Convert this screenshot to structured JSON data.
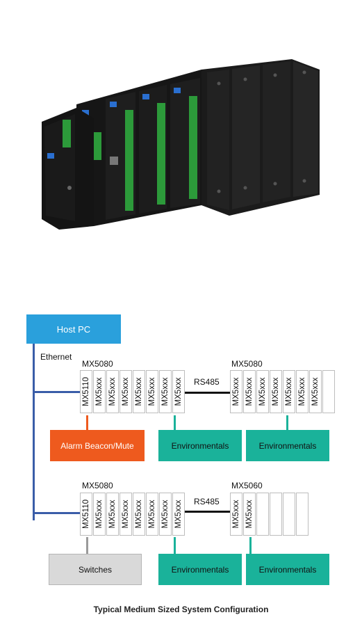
{
  "colors": {
    "host_pc": "#2aa0dc",
    "alarm": "#ee5a1e",
    "environmental": "#1ab29a",
    "switches": "#d9d9d9",
    "ethernet_line": "#3a5da8",
    "rs485_line": "#111111"
  },
  "host_pc": "Host PC",
  "ethernet": "Ethernet",
  "rack1": {
    "name": "MX5080",
    "modules": [
      "MX5110",
      "MX5xxx",
      "MX5xxx",
      "MX5xxx",
      "MX5xxx",
      "MX5xxx",
      "MX5xxx",
      "MX5xxx"
    ]
  },
  "rack2": {
    "name": "MX5080",
    "modules": [
      "MX5xxx",
      "MX5xxx",
      "MX5xxx",
      "MX5xxx",
      "MX5xxx",
      "MX5xxx",
      "MX5xxx",
      ""
    ]
  },
  "rack3": {
    "name": "MX5080",
    "modules": [
      "MX5110",
      "MX5xxx",
      "MX5xxx",
      "MX5xxx",
      "MX5xxx",
      "MX5xxx",
      "MX5xxx",
      "MX5xxx"
    ]
  },
  "rack4": {
    "name": "MX5060",
    "modules": [
      "MX5xxx",
      "MX5xxx",
      "",
      "",
      "",
      ""
    ]
  },
  "rs485_top": "RS485",
  "rs485_bottom": "RS485",
  "alarm_box": "Alarm Beacon/Mute",
  "env_1": "Environmentals",
  "env_2": "Environmentals",
  "env_3": "Environmentals",
  "env_4": "Environmentals",
  "switches_box": "Switches",
  "caption": "Typical Medium Sized System Configuration"
}
